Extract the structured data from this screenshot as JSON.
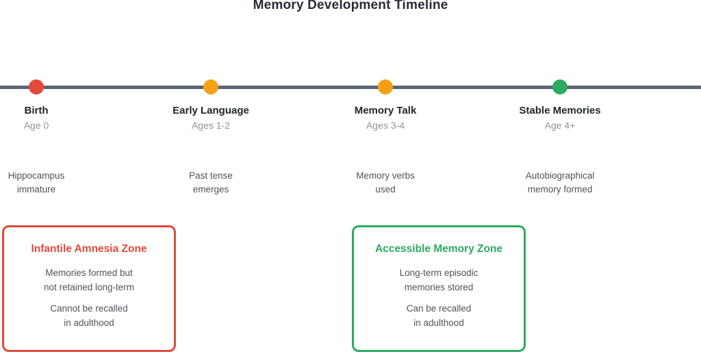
{
  "title": "Memory Development Timeline",
  "colors": {
    "red": "#e2493b",
    "orange": "#f4a118",
    "green": "#2aab5f",
    "timeline_line": "#5b6272",
    "dark_text": "#21252e",
    "muted_text": "#8d929c",
    "body_text": "#4d525c"
  },
  "milestones": [
    {
      "label": "Birth",
      "age": "Age 0",
      "desc_line1": "Hippocampus",
      "desc_line2": "immature",
      "dot_color": "#e2493b"
    },
    {
      "label": "Early Language",
      "age": "Ages 1-2",
      "desc_line1": "Past tense",
      "desc_line2": "emerges",
      "dot_color": "#f4a118"
    },
    {
      "label": "Memory Talk",
      "age": "Ages 3-4",
      "desc_line1": "Memory verbs",
      "desc_line2": "used",
      "dot_color": "#f4a118"
    },
    {
      "label": "Stable Memories",
      "age": "Age 4+",
      "desc_line1": "Autobiographical",
      "desc_line2": "memory formed",
      "dot_color": "#2aab5f"
    }
  ],
  "zones": [
    {
      "title": "Infantile Amnesia Zone",
      "accent_color": "#e2493b",
      "para1_line1": "Memories formed but",
      "para1_line2": "not retained long-term",
      "para2_line1": "Cannot be recalled",
      "para2_line2": "in adulthood"
    },
    {
      "title": "Accessible Memory Zone",
      "accent_color": "#2aab5f",
      "para1_line1": "Long-term episodic",
      "para1_line2": "memories stored",
      "para2_line1": "Can be recalled",
      "para2_line2": "in adulthood"
    }
  ]
}
